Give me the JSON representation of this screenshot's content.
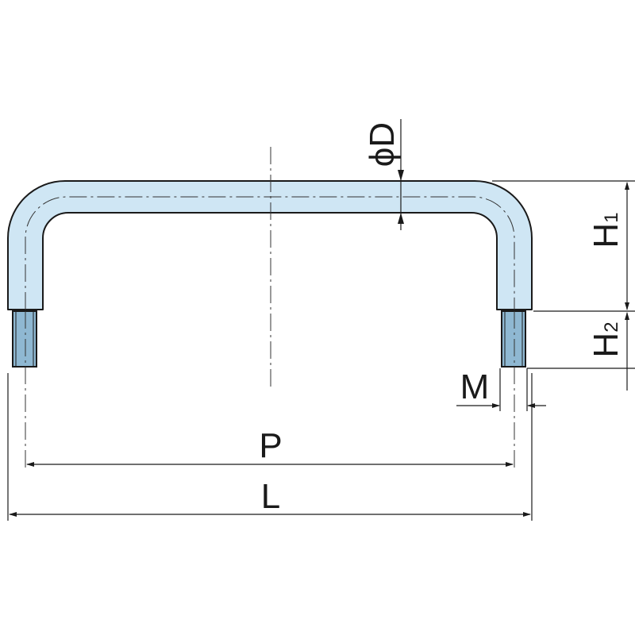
{
  "diagram": {
    "labels": {
      "diameter_symbol": "ϕ",
      "diameter_letter": "D",
      "h1_letter": "H",
      "h1_sub": "1",
      "h2_letter": "H",
      "h2_sub": "2",
      "m": "M",
      "p": "P",
      "l": "L"
    },
    "colors": {
      "handle_fill": "#cfe6f4",
      "outline": "#1a1a1a",
      "thread_fill": "#8fb8d2"
    }
  }
}
